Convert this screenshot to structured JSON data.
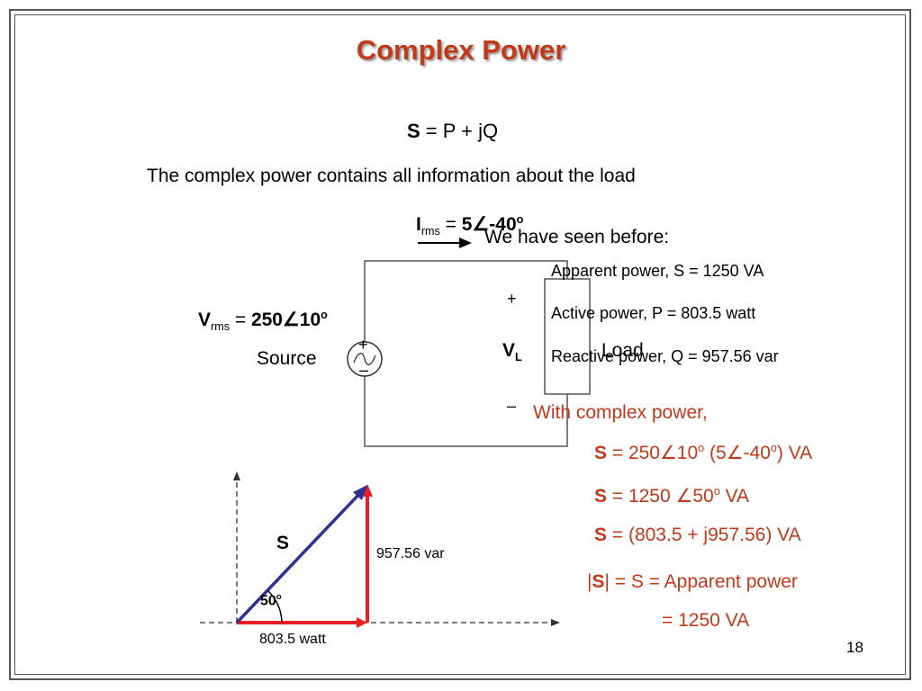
{
  "slide": {
    "title": "Complex Power",
    "page_number": "18"
  },
  "equation": {
    "s": "S",
    "rest": " = P + jQ"
  },
  "intro_text": "The complex power contains all information about the load",
  "circuit": {
    "current": {
      "symbol": "I",
      "sub": "rms",
      "eq": " = ",
      "value": "5∠-40",
      "sup": "o"
    },
    "voltage": {
      "symbol": "V",
      "sub": "rms",
      "eq": " = ",
      "value": "250∠10",
      "sup": "o"
    },
    "source_label": "Source",
    "load_label": "Load",
    "vl_symbol": "V",
    "vl_sub": "L",
    "plus": "+",
    "minus": "–"
  },
  "seen_before": {
    "heading": "We have seen before:",
    "items": [
      "Apparent power, S = 1250  VA",
      "Active power, P = 803.5 watt",
      "Reactive power, Q = 957.56 var"
    ]
  },
  "complex": {
    "heading": "With complex power,",
    "line1": {
      "s": "S",
      "a": " = 250∠10",
      "sup1": "o",
      "b": " (5∠-40",
      "sup2": "o",
      "c": ")  VA"
    },
    "line2": {
      "s": "S",
      "a": " = 1250 ∠50",
      "sup": "o",
      "b": "   VA"
    },
    "line3": {
      "s": "S",
      "a": " = (803.5 + j957.56) VA"
    },
    "line4": {
      "pre": "|",
      "s": "S",
      "post": "| = S = Apparent power"
    },
    "line5": "= 1250  VA"
  },
  "triangle": {
    "s_label": "S",
    "angle": "50",
    "angle_sup": "o",
    "reactive": "957.56 var",
    "active": "803.5 watt"
  },
  "colors": {
    "accent": "#c4381a",
    "triangle_red": "#ee1c24",
    "triangle_blue": "#2e3192"
  }
}
